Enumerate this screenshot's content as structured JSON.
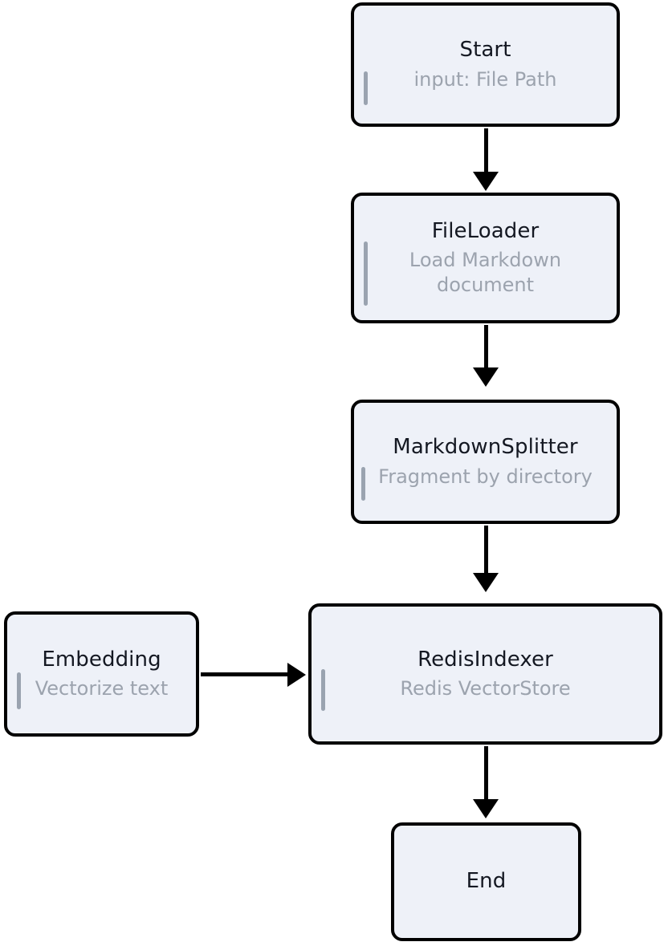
{
  "diagram": {
    "type": "flowchart",
    "orientation": "top-to-bottom",
    "background_color": "#ffffff",
    "node_fill_color": "#eef1f8",
    "node_border_color": "#000000",
    "title_text_color": "#141822",
    "subtitle_text_color": "#9ca3ae",
    "accent_bar_color": "#9aa3b0",
    "edge_color": "#000000",
    "nodes": [
      {
        "id": "start",
        "title": "Start",
        "subtitle": "input: File Path"
      },
      {
        "id": "file-loader",
        "title": "FileLoader",
        "subtitle": "Load Markdown document"
      },
      {
        "id": "markdown-splitter",
        "title": "MarkdownSplitter",
        "subtitle": "Fragment by directory"
      },
      {
        "id": "embedding",
        "title": "Embedding",
        "subtitle": "Vectorize text"
      },
      {
        "id": "redis-indexer",
        "title": "RedisIndexer",
        "subtitle": "Redis VectorStore"
      },
      {
        "id": "end",
        "title": "End",
        "subtitle": ""
      }
    ],
    "edges": [
      {
        "id": "start-to-file-loader",
        "from": "start",
        "to": "file-loader",
        "direction": "down"
      },
      {
        "id": "file-loader-to-markdown-splitter",
        "from": "file-loader",
        "to": "markdown-splitter",
        "direction": "down"
      },
      {
        "id": "markdown-splitter-to-redis",
        "from": "markdown-splitter",
        "to": "redis-indexer",
        "direction": "down"
      },
      {
        "id": "embedding-to-redis",
        "from": "embedding",
        "to": "redis-indexer",
        "direction": "right"
      },
      {
        "id": "redis-to-end",
        "from": "redis-indexer",
        "to": "end",
        "direction": "down"
      }
    ]
  }
}
